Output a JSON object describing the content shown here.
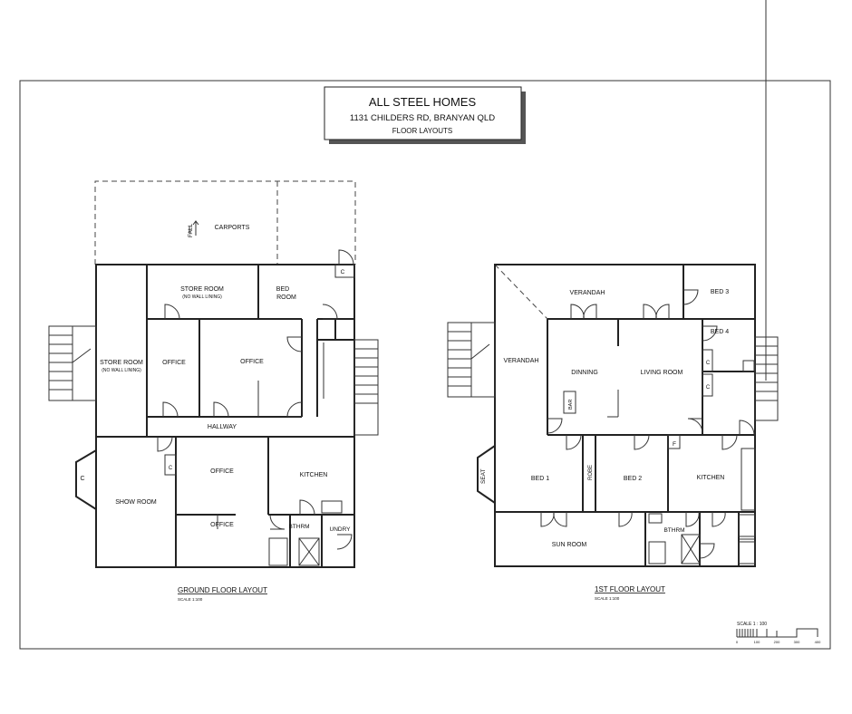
{
  "title_block": {
    "company": "ALL STEEL HOMES",
    "address": "1131 CHILDERS RD, BRANYAN QLD",
    "subtitle": "FLOOR LAYOUTS"
  },
  "ground_floor": {
    "caption": "GROUND FLOOR LAYOUT",
    "scale": "SCALE 1:100",
    "rooms": {
      "carports": "CARPORTS",
      "fall": "FALL",
      "store_room_top": "STORE ROOM",
      "store_room_top_note": "(NO WALL LINING)",
      "bed_room_1": "BED",
      "bed_room_2": "ROOM",
      "store_room_side": "STORE ROOM",
      "store_room_side_note": "(NO WALL LINING)",
      "office_a": "OFFICE",
      "office_b": "OFFICE",
      "hallway": "HALLWAY",
      "office_c": "OFFICE",
      "office_d": "OFFICE",
      "kitchen": "KITCHEN",
      "show_room": "SHOW ROOM",
      "bthrm": "BTHRM",
      "undry": "UNDRY",
      "c1": "C",
      "c2": "C",
      "c3": "C"
    }
  },
  "first_floor": {
    "caption": "1ST FLOOR LAYOUT",
    "scale": "SCALE 1:100",
    "rooms": {
      "verandah_top": "VERANDAH",
      "verandah_side": "VERANDAH",
      "bed3": "BED 3",
      "bed4": "BED 4",
      "dinning": "DINNING",
      "living_room": "LIVING ROOM",
      "bar": "BAR",
      "bed1": "BED 1",
      "robe": "ROBE",
      "bed2": "BED 2",
      "kitchen": "KITCHEN",
      "seat": "SEAT",
      "f": "F",
      "sun_room": "SUN ROOM",
      "bthrm": "BTHRM",
      "c1": "C",
      "c2": "C"
    }
  },
  "scale_bar": {
    "label": "SCALE 1 : 100",
    "ticks": [
      "0",
      "100",
      "200",
      "300",
      "400"
    ]
  }
}
